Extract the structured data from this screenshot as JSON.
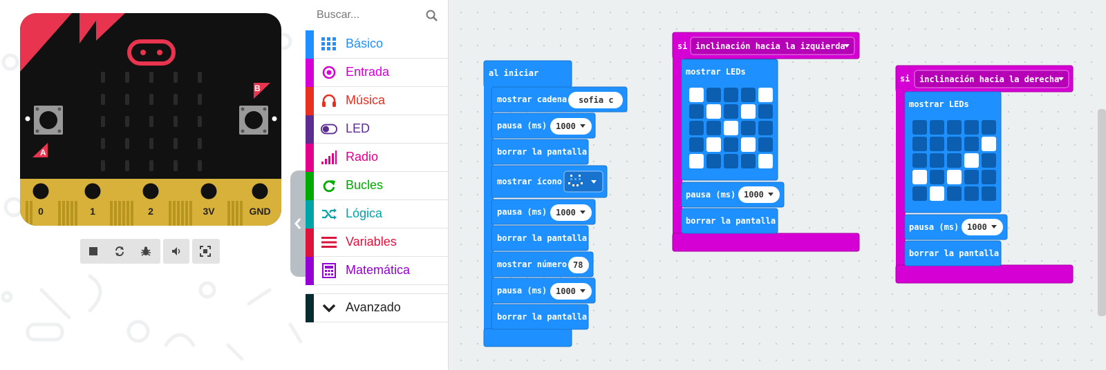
{
  "simulator": {
    "pins": [
      "0",
      "1",
      "2",
      "3V",
      "GND"
    ],
    "button_a": "A",
    "button_b": "B",
    "controls": [
      "stop-icon",
      "restart-icon",
      "debug-icon",
      "mute-icon",
      "fullscreen-icon"
    ]
  },
  "toolbox": {
    "search_placeholder": "Buscar...",
    "categories": [
      {
        "label": "Básico",
        "color": "#1e90ff",
        "icon": "grid-icon"
      },
      {
        "label": "Entrada",
        "color": "#d400d4",
        "icon": "target-icon"
      },
      {
        "label": "Música",
        "color": "#e63022",
        "icon": "headphones-icon"
      },
      {
        "label": "LED",
        "color": "#5c2d91",
        "icon": "toggle-icon"
      },
      {
        "label": "Radio",
        "color": "#e3008c",
        "icon": "signal-icon"
      },
      {
        "label": "Bucles",
        "color": "#00aa00",
        "icon": "refresh-icon"
      },
      {
        "label": "Lógica",
        "color": "#00a4a6",
        "icon": "shuffle-icon"
      },
      {
        "label": "Variables",
        "color": "#dc143c",
        "icon": "lines-icon"
      },
      {
        "label": "Matemática",
        "color": "#9400d3",
        "icon": "calculator-icon"
      }
    ],
    "advanced": {
      "label": "Avanzado",
      "color": "#062c30",
      "icon": "chevron-down-icon"
    }
  },
  "workspace": {
    "on_start": {
      "header": "al iniciar",
      "show_string": "mostrar cadena",
      "string_value": "sofia c",
      "pause1": "pausa (ms)",
      "pause1_value": "1000",
      "clear1": "borrar la pantalla",
      "show_icon": "mostrar ícono",
      "pause2": "pausa (ms)",
      "pause2_value": "1000",
      "clear2": "borrar la pantalla",
      "show_number": "mostrar número",
      "number_value": "78",
      "pause3": "pausa (ms)",
      "pause3_value": "1000",
      "clear3": "borrar la pantalla"
    },
    "tilt_left": {
      "if": "si",
      "gesture": "inclinación hacia la izquierda",
      "show_leds": "mostrar LEDs",
      "leds": [
        [
          1,
          0,
          0,
          0,
          1
        ],
        [
          0,
          1,
          0,
          1,
          0
        ],
        [
          0,
          0,
          1,
          0,
          0
        ],
        [
          0,
          1,
          0,
          1,
          0
        ],
        [
          1,
          0,
          0,
          0,
          1
        ]
      ],
      "pause": "pausa (ms)",
      "pause_value": "1000",
      "clear": "borrar la pantalla"
    },
    "tilt_right": {
      "if": "si",
      "gesture": "inclinación hacia la derecha",
      "show_leds": "mostrar LEDs",
      "leds": [
        [
          0,
          0,
          0,
          0,
          0
        ],
        [
          0,
          0,
          0,
          0,
          1
        ],
        [
          0,
          0,
          0,
          1,
          0
        ],
        [
          1,
          0,
          1,
          0,
          0
        ],
        [
          0,
          1,
          0,
          0,
          0
        ]
      ],
      "pause": "pausa (ms)",
      "pause_value": "1000",
      "clear": "borrar la pantalla"
    }
  }
}
